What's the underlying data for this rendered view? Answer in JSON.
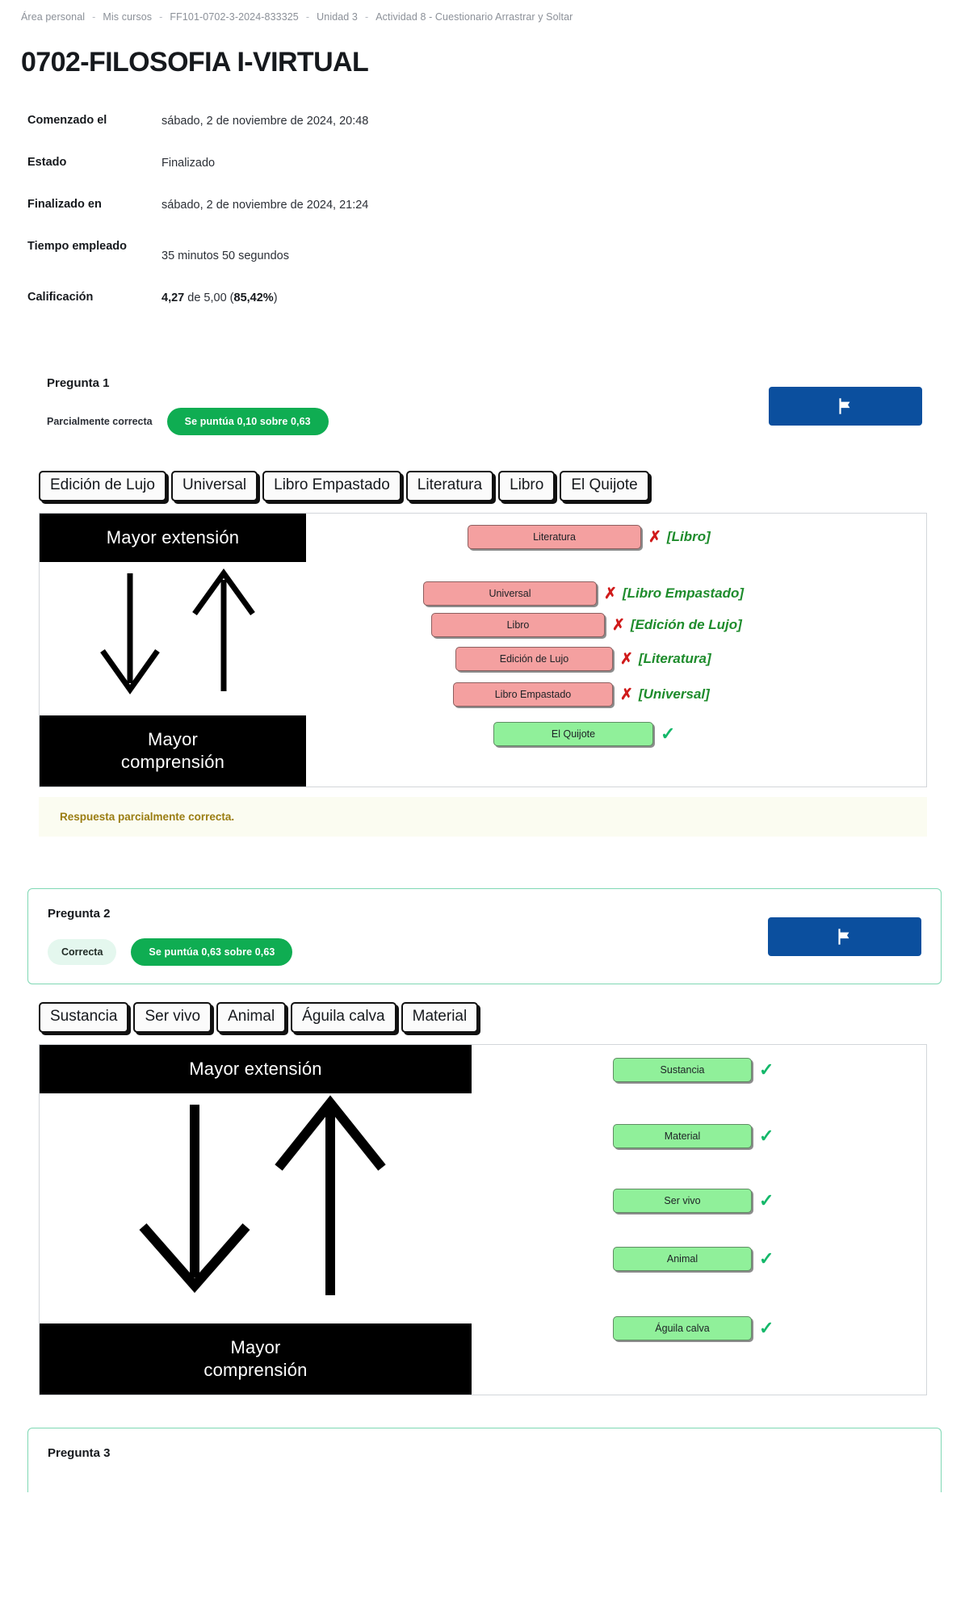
{
  "breadcrumb": {
    "items": [
      "Área personal",
      "Mis cursos",
      "FF101-0702-3-2024-833325",
      "Unidad 3",
      "Actividad 8 - Cuestionario Arrastrar y Soltar"
    ],
    "separator": "-"
  },
  "page_title": "0702-FILOSOFIA I-VIRTUAL",
  "summary": {
    "rows": [
      {
        "key": "Comenzado el",
        "value": "sábado, 2 de noviembre de 2024, 20:48"
      },
      {
        "key": "Estado",
        "value": "Finalizado"
      },
      {
        "key": "Finalizado en",
        "value": "sábado, 2 de noviembre de 2024, 21:24"
      },
      {
        "key": "Tiempo empleado",
        "value": "35 minutos 50 segundos"
      }
    ],
    "grade_key": "Calificación",
    "grade_score": "4,27",
    "grade_of": " de 5,00 (",
    "grade_pct": "85,42%",
    "grade_close": ")"
  },
  "colors": {
    "accent_green": "#0fad52",
    "flag_blue": "#0b4f9e",
    "wrong_chip": "#f4a0a0",
    "right_chip": "#90f09a",
    "correct_text": "#1e8c2c",
    "x_red": "#d01b1b",
    "feedback_text": "#9a7d12"
  },
  "questions": [
    {
      "number": "Pregunta 1",
      "state": "Parcialmente correcta",
      "grade": "Se puntúa 0,10 sobre 0,63",
      "flag_icon": "flag-icon",
      "outlined": false,
      "token_bank": [
        "Edición de Lujo",
        "Universal",
        "Libro Empastado",
        "Literatura",
        "Libro",
        "El Quijote"
      ],
      "diagram": {
        "top_band": "Mayor extensión",
        "bottom_band_line1": "Mayor",
        "bottom_band_line2": "comprensión",
        "arrow_down_icon": "arrow-down-icon",
        "arrow_up_icon": "arrow-up-icon"
      },
      "answers": [
        {
          "chip": "Literatura",
          "status": "wrong",
          "mark": "✗",
          "correct": "[Libro]"
        },
        {
          "chip": "Universal",
          "status": "wrong",
          "mark": "✗",
          "correct": "[Libro Empastado]"
        },
        {
          "chip": "Libro",
          "status": "wrong",
          "mark": "✗",
          "correct": "[Edición de Lujo]"
        },
        {
          "chip": "Edición de Lujo",
          "status": "wrong",
          "mark": "✗",
          "correct": "[Literatura]"
        },
        {
          "chip": "Libro Empastado",
          "status": "wrong",
          "mark": "✗",
          "correct": "[Universal]"
        },
        {
          "chip": "El Quijote",
          "status": "right",
          "mark": "✓",
          "correct": ""
        }
      ],
      "feedback": "Respuesta parcialmente correcta."
    },
    {
      "number": "Pregunta 2",
      "state": "Correcta",
      "grade": "Se puntúa 0,63 sobre 0,63",
      "flag_icon": "flag-icon",
      "outlined": true,
      "token_bank": [
        "Sustancia",
        "Ser vivo",
        "Animal",
        "Águila calva",
        "Material"
      ],
      "diagram": {
        "top_band": "Mayor extensión",
        "bottom_band_line1": "Mayor",
        "bottom_band_line2": "comprensión",
        "arrow_down_icon": "arrow-down-icon",
        "arrow_up_icon": "arrow-up-icon"
      },
      "answers": [
        {
          "chip": "Sustancia",
          "status": "right",
          "mark": "✓",
          "correct": ""
        },
        {
          "chip": "Material",
          "status": "right",
          "mark": "✓",
          "correct": ""
        },
        {
          "chip": "Ser vivo",
          "status": "right",
          "mark": "✓",
          "correct": ""
        },
        {
          "chip": "Animal",
          "status": "right",
          "mark": "✓",
          "correct": ""
        },
        {
          "chip": "Águila calva",
          "status": "right",
          "mark": "✓",
          "correct": ""
        }
      ],
      "feedback": ""
    },
    {
      "number": "Pregunta 3",
      "state": "",
      "grade": "",
      "flag_icon": "flag-icon",
      "outlined": true,
      "token_bank": [],
      "answers": [],
      "feedback": ""
    }
  ]
}
